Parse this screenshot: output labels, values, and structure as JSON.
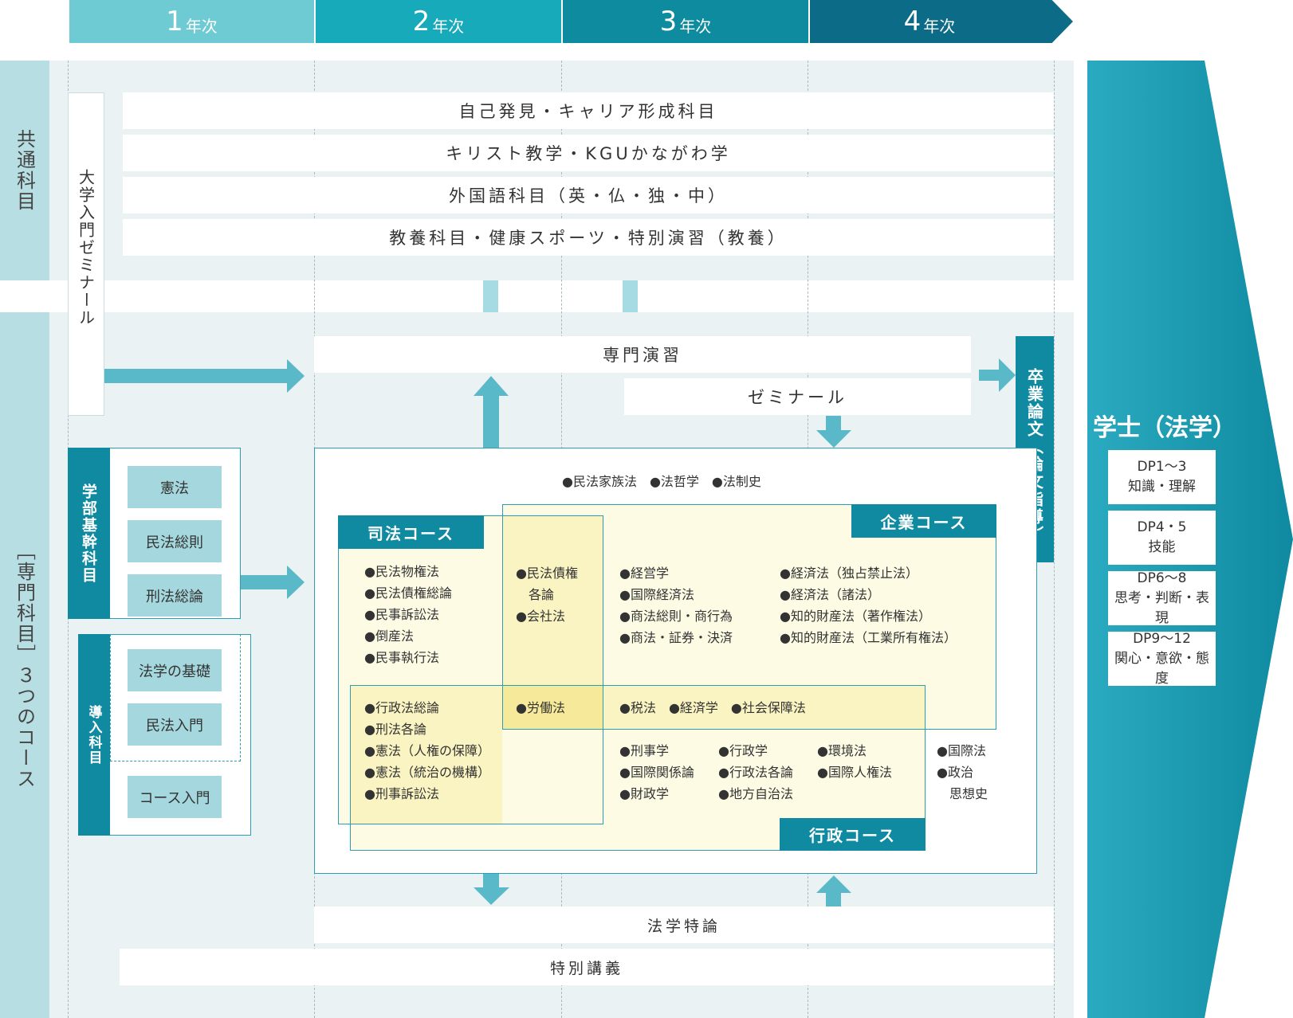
{
  "years": [
    {
      "num": "1",
      "suffix": "年次"
    },
    {
      "num": "2",
      "suffix": "年次"
    },
    {
      "num": "3",
      "suffix": "年次"
    },
    {
      "num": "4",
      "suffix": "年次"
    }
  ],
  "side_labels": {
    "common": "共通科目",
    "specialized": "［専門科目］３つのコース"
  },
  "intro_seminar": "大学入門ゼミナール",
  "common_rows": [
    "自己発見・キャリア形成科目",
    "キリスト教学・KGUかながわ学",
    "外国語科目（英・仏・独・中）",
    "教養科目・健康スポーツ・特別演習（教養）"
  ],
  "senmon_ensyu": "専門演習",
  "seminar": "ゼミナール",
  "thesis": "卒業論文（論文指導）",
  "core": {
    "label": "学部基幹科目",
    "items": [
      "憲法",
      "民法総則",
      "刑法総論"
    ]
  },
  "intro": {
    "label": "導入科目",
    "items": [
      "法学の基礎",
      "民法入門",
      "コース入門"
    ]
  },
  "courses": {
    "shiho": "司法コース",
    "kigyo": "企業コース",
    "gyosei": "行政コース",
    "top_line": "●民法家族法　●法哲学　●法制史",
    "shiho_only": [
      "●民法物権法",
      "●民法債権総論",
      "●民事訴訟法",
      "●倒産法",
      "●民事執行法"
    ],
    "shiho_kigyo": [
      "●民法債権",
      "　各論",
      "●会社法"
    ],
    "kigyo_col1": [
      "●経営学",
      "●国際経済法",
      "●商法総則・商行為",
      "●商法・証券・決済"
    ],
    "kigyo_col2": [
      "●経済法（独占禁止法）",
      "●経済法（諸法）",
      "●知的財産法（著作権法）",
      "●知的財産法（工業所有権法）"
    ],
    "shiho_gyosei": [
      "●行政法総論",
      "●刑法各論",
      "●憲法（人権の保障）",
      "●憲法（統治の機構）",
      "●刑事訴訟法"
    ],
    "all_three": "●労働法",
    "kigyo_gyosei": "●税法　●経済学　●社会保障法",
    "gyosei_col1": [
      "●刑事学",
      "●国際関係論",
      "●財政学"
    ],
    "gyosei_col2": [
      "●行政学",
      "●行政法各論",
      "●地方自治法"
    ],
    "gyosei_col3": [
      "●環境法",
      "●国際人権法"
    ],
    "outside": [
      "●国際法",
      "●政治",
      "　思想史"
    ]
  },
  "hogaku_tokuron": "法学特論",
  "tokubetsu_kogi": "特別講義",
  "degree": {
    "title": "学士（法学）",
    "dps": [
      [
        "DP1〜3",
        "知識・理解"
      ],
      [
        "DP4・5",
        "技能"
      ],
      [
        "DP6〜8",
        "思考・判断・表現"
      ],
      [
        "DP9〜12",
        "関心・意欲・態度"
      ]
    ]
  },
  "colors": {
    "year1": "#6fcbd3",
    "year2": "#17aabb",
    "year3": "#0e8b9f",
    "year4": "#0c6c87",
    "side": "#b7dfe3",
    "panel": "#eaf2f3",
    "accent": "#0f8aa0",
    "arrow": "#5ab9c8",
    "yellow": "#fdfbe4"
  }
}
